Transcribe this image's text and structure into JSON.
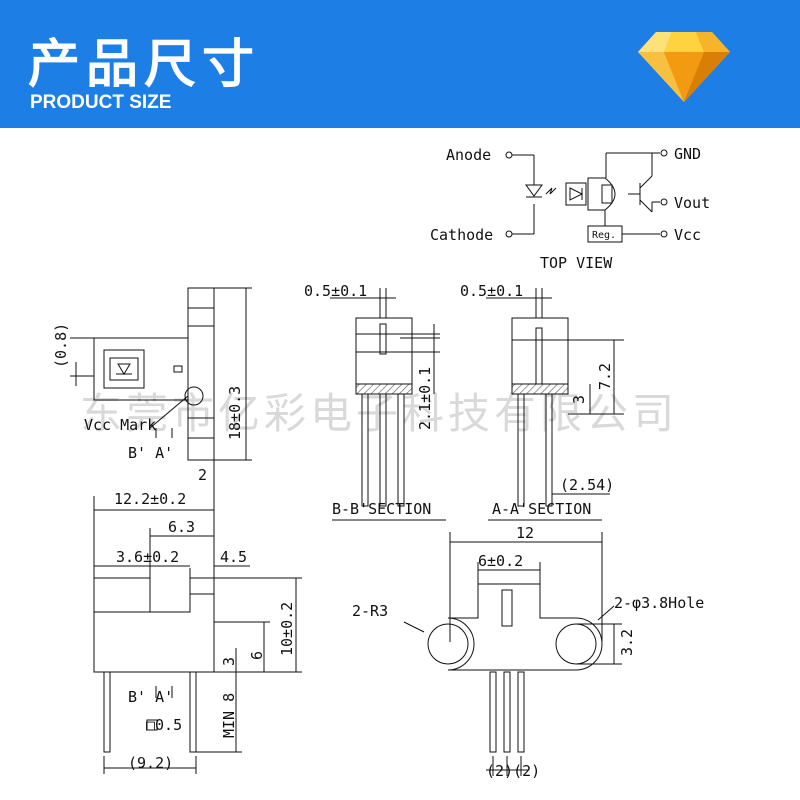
{
  "header": {
    "title_cn": "产品尺寸",
    "title_en": "PRODUCT SIZE",
    "logo_icon": "diamond-icon",
    "bg_color": "#1d7fe6"
  },
  "watermark": "东莞市亿彩电子科技有限公司",
  "circuit": {
    "anode": "Anode",
    "cathode": "Cathode",
    "gnd": "GND",
    "vout": "Vout",
    "vcc": "Vcc",
    "reg": "Reg.",
    "top_view": "TOP VIEW"
  },
  "side_view": {
    "dim_08": "(0.8)",
    "vcc_mark": "Vcc Mark",
    "dim_18": "18±0.3",
    "section_marks": "B' A'"
  },
  "front_view": {
    "dim_2": "2",
    "dim_122": "12.2±0.2",
    "dim_63": "6.3",
    "dim_36": "3.6±0.2",
    "dim_45": "4.5",
    "dim_10": "10±0.2",
    "dim_6": "6",
    "dim_3": "3",
    "dim_min8": "MIN 8",
    "section_marks": "B' A'",
    "pin_square": "□0.5",
    "dim_92": "(9.2)"
  },
  "section_bb": {
    "dim_05": "0.5±0.1",
    "dim_21": "2.1±0.1",
    "label": "B-B'SECTION"
  },
  "section_aa": {
    "dim_05": "0.5±0.1",
    "dim_72": "7.2",
    "dim_3": "3",
    "dim_254": "(2.54)",
    "label": "A-A'SECTION"
  },
  "mount_view": {
    "dim_12": "12",
    "dim_6": "6±0.2",
    "r3": "2-R3",
    "hole": "2-φ3.8Hole",
    "dim_32": "3.2",
    "pitch": "(2)(2)"
  }
}
